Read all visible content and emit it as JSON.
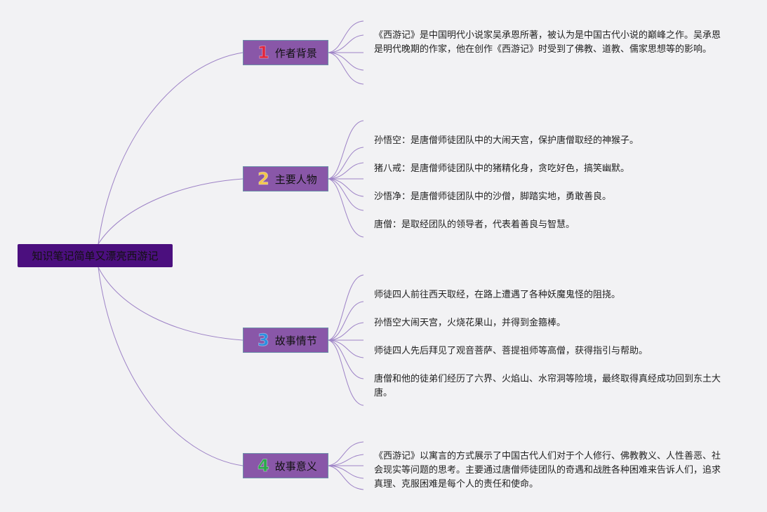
{
  "root": {
    "title": "知识笔记简单又漂亮西游记"
  },
  "colors": {
    "root_bg": "#4b0f7e",
    "branch_bg": "#8957a8",
    "connector": "#9d82c6",
    "num1": "#e0243c",
    "num2": "#f2c648",
    "num3": "#2a8fe0",
    "num4": "#2aa84a"
  },
  "branches": [
    {
      "num": "1",
      "label": "作者背景",
      "items": [
        "《西游记》是中国明代小说家吴承恩所著，被认为是中国古代小说的巅峰之作。吴承恩是明代晚期的作家，他在创作《西游记》时受到了佛教、道教、儒家思想等的影响。"
      ]
    },
    {
      "num": "2",
      "label": "主要人物",
      "items": [
        "孙悟空：是唐僧师徒团队中的大闹天宫，保护唐僧取经的神猴子。",
        "猪八戒：是唐僧师徒团队中的猪精化身，贪吃好色，搞笑幽默。",
        "沙悟净：是唐僧师徒团队中的沙僧，脚踏实地，勇敢善良。",
        "唐僧：是取经团队的领导者，代表着善良与智慧。"
      ]
    },
    {
      "num": "3",
      "label": "故事情节",
      "items": [
        "师徒四人前往西天取经，在路上遭遇了各种妖魔鬼怪的阻挠。",
        "孙悟空大闹天宫，火烧花果山，并得到金箍棒。",
        "师徒四人先后拜见了观音菩萨、菩提祖师等高僧，获得指引与帮助。",
        "唐僧和他的徒弟们经历了六界、火焰山、水帘洞等险境，最终取得真经成功回到东土大唐。"
      ]
    },
    {
      "num": "4",
      "label": "故事意义",
      "items": [
        "《西游记》以寓言的方式展示了中国古代人们对于个人修行、佛教教义、人性善恶、社会现实等问题的思考。主要通过唐僧师徒团队的奇遇和战胜各种困难来告诉人们，追求真理、克服困难是每个人的责任和使命。"
      ]
    }
  ]
}
